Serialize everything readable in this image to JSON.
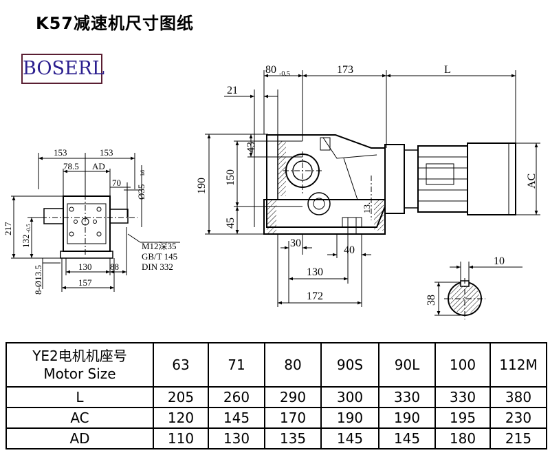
{
  "title": "K57减速机尺寸图纸",
  "logo": "BOSERL",
  "left_view": {
    "dim_153_a": "153",
    "dim_153_b": "153",
    "dim_78_5": "78.5",
    "dim_AD": "AD",
    "dim_70": "70",
    "dim_shaft": "Ø35",
    "dim_shaft_tol": "k6",
    "dim_217": "217",
    "dim_132": "132",
    "dim_132_tol": "-0.5",
    "dim_holes": "8-Ø13.5",
    "dim_130": "130",
    "dim_88": "88",
    "dim_157": "157",
    "note_1": "M12深35",
    "note_2": "GB/T 145",
    "note_3": "DIN 332"
  },
  "main_view": {
    "dim_80": "80",
    "dim_80_tol": "-0.5",
    "dim_173": "173",
    "dim_L": "L",
    "dim_21": "21",
    "dim_43": "43",
    "dim_190": "190",
    "dim_150": "150",
    "dim_45": "45",
    "dim_AC": "AC",
    "dim_13": "13.",
    "dim_30": "30",
    "dim_40": "40",
    "dim_130": "130",
    "dim_172": "172"
  },
  "key_view": {
    "dim_10": "10",
    "dim_38": "38"
  },
  "table": {
    "header_cn": "YE2电机机座号",
    "header_en": "Motor Size",
    "sizes": [
      "63",
      "71",
      "80",
      "90S",
      "90L",
      "100",
      "112M"
    ],
    "rows": [
      {
        "label": "L",
        "values": [
          "205",
          "260",
          "290",
          "300",
          "330",
          "330",
          "380"
        ]
      },
      {
        "label": "AC",
        "values": [
          "120",
          "145",
          "170",
          "190",
          "190",
          "195",
          "230"
        ]
      },
      {
        "label": "AD",
        "values": [
          "110",
          "130",
          "135",
          "145",
          "145",
          "180",
          "215"
        ]
      }
    ]
  }
}
